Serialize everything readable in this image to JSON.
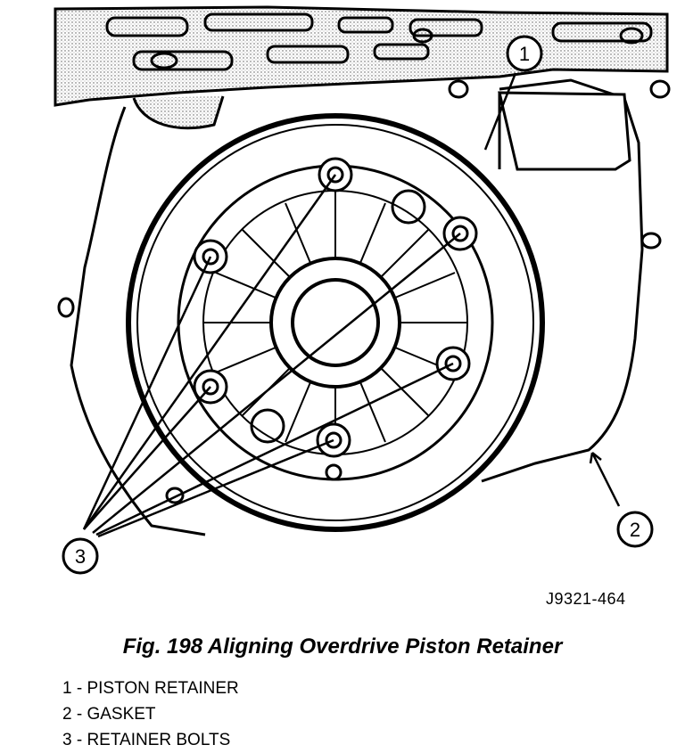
{
  "figure": {
    "callouts": [
      {
        "number": "1"
      },
      {
        "number": "2"
      },
      {
        "number": "3"
      }
    ],
    "id_code": "J9321-464",
    "caption": "Fig. 198 Aligning Overdrive Piston Retainer"
  },
  "legend": [
    {
      "number": "1",
      "label": "PISTON RETAINER",
      "text": "1 - PISTON RETAINER"
    },
    {
      "number": "2",
      "label": "GASKET",
      "text": "2 - GASKET"
    },
    {
      "number": "3",
      "label": "RETAINER BOLTS",
      "text": "3 - RETAINER BOLTS"
    }
  ]
}
